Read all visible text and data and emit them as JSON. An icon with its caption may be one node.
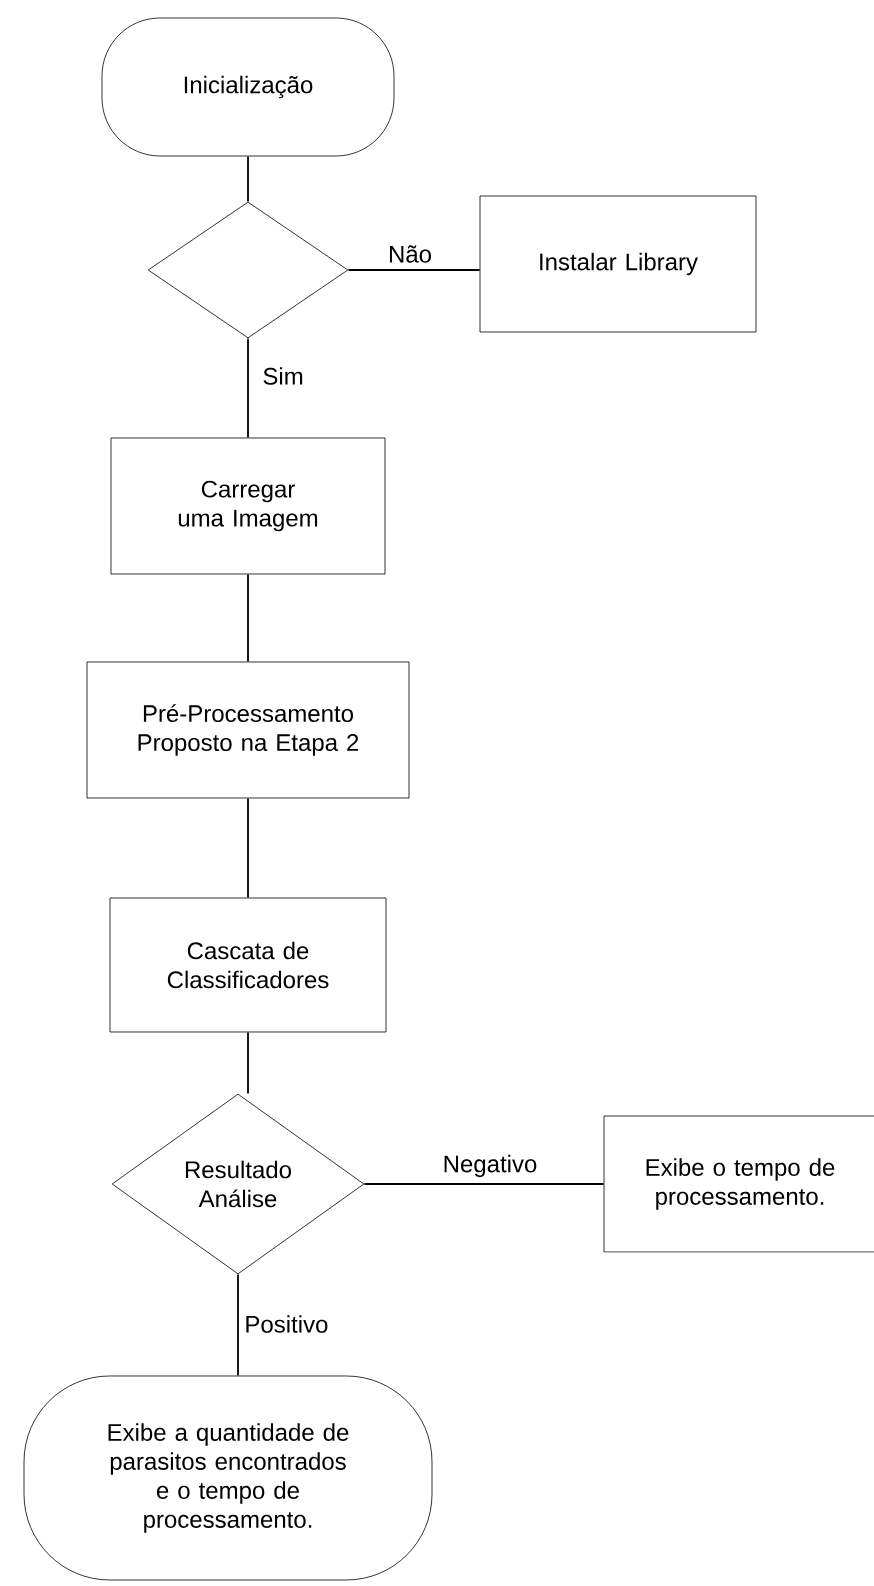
{
  "diagram": {
    "nodes": [
      {
        "text": [
          "Inicialização"
        ]
      },
      {
        "text": [],
        "shape": "diamond"
      },
      {
        "text": [
          "Instalar Library"
        ]
      },
      {
        "text": [
          "Carregar uma Imagem"
        ]
      },
      {
        "text": [
          "Pré-Processamento Proposto na Etapa 2"
        ]
      },
      {
        "text": [
          "Cascata de Classificadores"
        ]
      },
      {
        "text": [
          "Resultado Análise"
        ]
      },
      {
        "text": [
          "Exibe o tempo de processamento."
        ]
      },
      {
        "text": [
          "Exibe a quantidade de parasitos encontrados e o tempo de processamento."
        ]
      }
    ],
    "edges": [
      {
        "from": 0,
        "to": 1,
        "arrow": "none"
      },
      {
        "from": 1,
        "to": 2,
        "arrow": "none",
        "label": "Não"
      },
      {
        "from": 1,
        "to": 3,
        "arrow": "none",
        "label": "Sim"
      },
      {
        "from": 3,
        "to": 4,
        "arrow": "none"
      },
      {
        "from": 4,
        "to": 5,
        "arrow": "none"
      },
      {
        "from": 5,
        "to": 6,
        "arrow": "none"
      },
      {
        "from": 6,
        "to": 7,
        "arrow": "none",
        "label": "Negativo"
      },
      {
        "from": 6,
        "to": 8,
        "arrow": "none",
        "label": "Positivo"
      }
    ]
  }
}
